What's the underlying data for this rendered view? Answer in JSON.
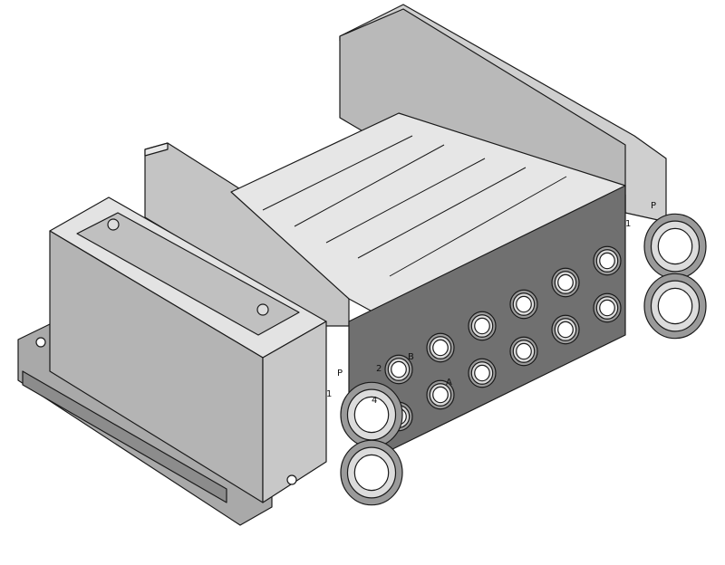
{
  "colors": {
    "background": "#ffffff",
    "light_face": "#e4e4e4",
    "mid_face": "#b5b5b5",
    "dark_face": "#6f6f6f",
    "outline": "#1a1a1a"
  },
  "markings": {
    "supply_port": "P",
    "port_1": "1",
    "port_2": "2",
    "port_4": "4",
    "port_b": "B",
    "port_a": "A"
  },
  "stations": 6
}
